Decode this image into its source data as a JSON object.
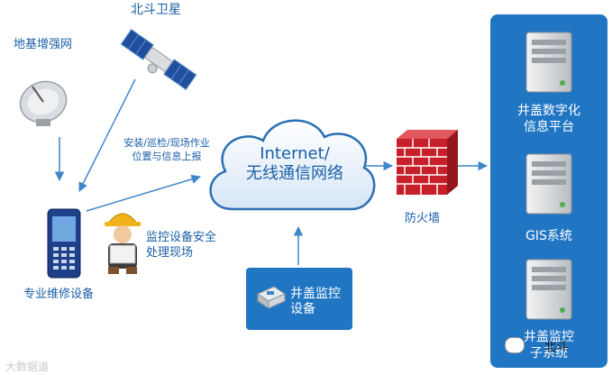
{
  "labels": {
    "satellite": "北斗卫星",
    "ground_network": "地基增强网",
    "report": [
      "安装/巡检/现场作业",
      "位置与信息上报"
    ],
    "cloud": [
      "Internet/",
      "无线通信网络"
    ],
    "firewall": "防火墙",
    "device": "专业维修设备",
    "worker": [
      "监控设备安全",
      "处理现场"
    ],
    "sensor": [
      "井盖监控",
      "设备"
    ],
    "platform": [
      "井盖数字化",
      "信息平台"
    ],
    "gis": "GIS系统",
    "subsystem": [
      "井盖监控",
      "子系统"
    ]
  },
  "watermark": "大数据道",
  "wechat_account": "北斗",
  "colors": {
    "label_blue": "#1a5fa8",
    "panel_blue": "#2176c3",
    "arrow_blue": "#3d86c8",
    "brick_red": "#c8202a"
  }
}
